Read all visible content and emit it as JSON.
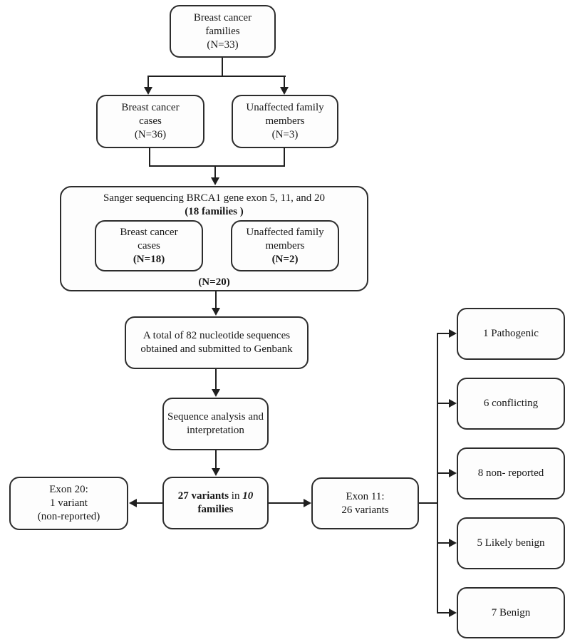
{
  "figure": {
    "type": "flowchart",
    "topic": "Breast cancer families BRCA1 Sanger sequencing study flow"
  },
  "colors": {
    "background": "#ffffff",
    "box_fill": "#fdfdfd",
    "box_border": "#2c2c2c",
    "line": "#1f1f1f",
    "text": "#171717"
  },
  "nodes": {
    "families": {
      "lines": [
        "Breast cancer",
        "families",
        "(N=33)"
      ]
    },
    "cases36": {
      "lines": [
        "Breast cancer",
        "cases",
        "(N=36)"
      ]
    },
    "unaffected3": {
      "lines": [
        "Unaffected family",
        "members",
        "(N=3)"
      ]
    },
    "sanger": {
      "title": "Sanger sequencing BRCA1 gene exon 5, 11, and 20",
      "families_count": "(18 families )",
      "cases18": {
        "lines": [
          "Breast cancer",
          "cases"
        ],
        "count": "(N=18)"
      },
      "unaffected2": {
        "lines": [
          "Unaffected family",
          "members"
        ],
        "count": "(N=2)"
      },
      "total": "(N=20)"
    },
    "genbank": {
      "lines": [
        "A total of 82 nucleotide sequences",
        "obtained and submitted to Genbank"
      ]
    },
    "analysis": {
      "lines": [
        "Sequence analysis and",
        "interpretation"
      ]
    },
    "variants": {
      "bold_start": "27 variants",
      "mid": " in ",
      "italic_num": "10",
      "bold_end": "families"
    },
    "exon20": {
      "lines": [
        "Exon 20:",
        "1 variant",
        "(non-reported)"
      ]
    },
    "exon11": {
      "lines": [
        "Exon 11:",
        "26 variants"
      ]
    },
    "outcomes": [
      "1 Pathogenic",
      "6 conflicting",
      "8 non- reported",
      "5 Likely benign",
      "7 Benign"
    ]
  }
}
